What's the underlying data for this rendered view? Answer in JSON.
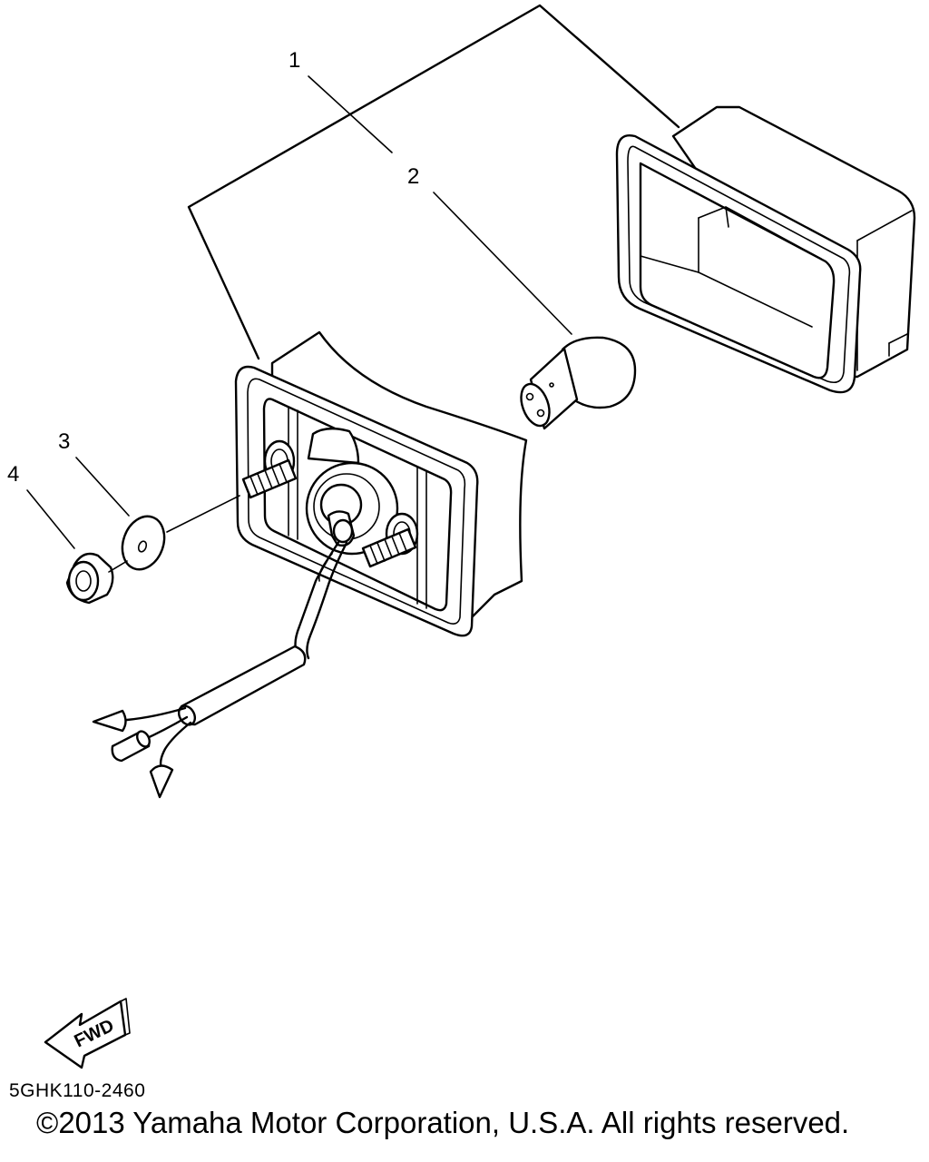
{
  "callouts": [
    {
      "id": "1",
      "label": "1"
    },
    {
      "id": "2",
      "label": "2"
    },
    {
      "id": "3",
      "label": "3"
    },
    {
      "id": "4",
      "label": "4"
    }
  ],
  "direction_marker": {
    "label": "FWD",
    "icon": "fwd-arrow-icon"
  },
  "diagram_code": "5GHK110-2460",
  "copyright": "©2013 Yamaha Motor Corporation, U.S.A. All rights reserved."
}
